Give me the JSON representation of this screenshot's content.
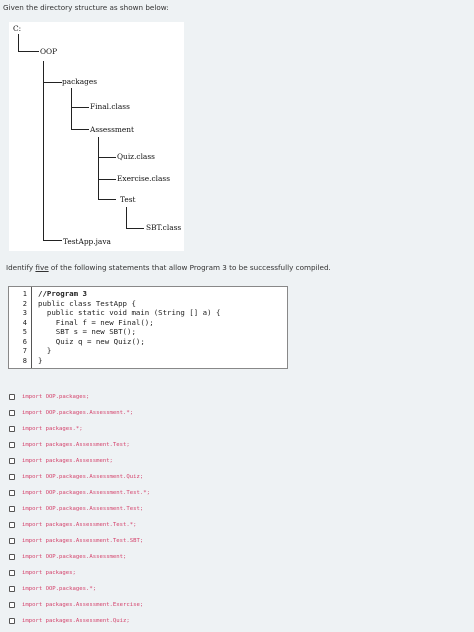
{
  "question": {
    "intro": "Given the directory structure as shown below:",
    "instruction_prefix": "Identify ",
    "instruction_emph": "five",
    "instruction_suffix": " of the following statements that allow Program 3 to be successfully compiled."
  },
  "tree": {
    "root": "C:",
    "oop": "OOP",
    "packages": "packages",
    "final_class": "Final.class",
    "assessment": "Assessment",
    "quiz_class": "Quiz.class",
    "exercise_class": "Exercise.class",
    "test": "Test",
    "sbt_class": "SBT.class",
    "testapp_java": "TestApp.java"
  },
  "code": {
    "line_numbers": [
      "1",
      "2",
      "3",
      "4",
      "5",
      "6",
      "7",
      "8"
    ],
    "lines": [
      "//Program 3",
      "public class TestApp {",
      "  public static void main (String [] a) {",
      "    Final f = new Final();",
      "    SBT s = new SBT();",
      "    Quiz q = new Quiz();",
      "  }",
      "}"
    ]
  },
  "options": [
    "import OOP.packages;",
    "import OOP.packages.Assessment.*;",
    "import packages.*;",
    "import packages.Assessment.Test;",
    "import packages.Assessment;",
    "import OOP.packages.Assessment.Quiz;",
    "import OOP.packages.Assessment.Test.*;",
    "import OOP.packages.Assessment.Test;",
    "import packages.Assessment.Test.*;",
    "import packages.Assessment.Test.SBT;",
    "import OOP.packages.Assessment;",
    "import packages;",
    "import OOP.packages.*;",
    "import packages.Assessment.Exercise;",
    "import packages.Assessment.Quiz;"
  ]
}
